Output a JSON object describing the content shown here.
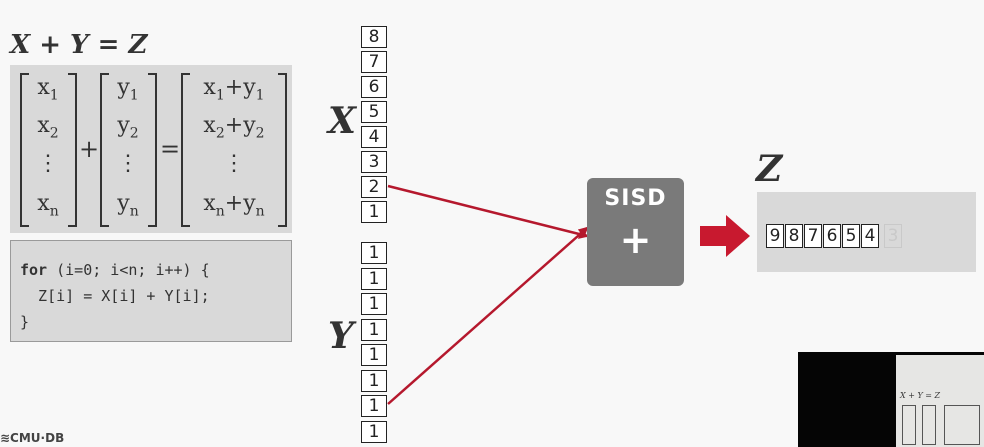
{
  "slide": {
    "equation_title": "X + Y = Z",
    "matrix": {
      "x_column": [
        {
          "base": "x",
          "sub": "1"
        },
        {
          "base": "x",
          "sub": "2"
        },
        {
          "base": "⋮",
          "sub": ""
        },
        {
          "base": "x",
          "sub": "n"
        }
      ],
      "y_column": [
        {
          "base": "y",
          "sub": "1"
        },
        {
          "base": "y",
          "sub": "2"
        },
        {
          "base": "⋮",
          "sub": ""
        },
        {
          "base": "y",
          "sub": "n"
        }
      ],
      "sum_column": [
        {
          "a": "x",
          "asub": "1",
          "b": "y",
          "bsub": "1"
        },
        {
          "a": "x",
          "asub": "2",
          "b": "y",
          "bsub": "2"
        },
        {
          "a": "⋮",
          "asub": "",
          "b": "",
          "bsub": ""
        },
        {
          "a": "x",
          "asub": "n",
          "b": "y",
          "bsub": "n"
        }
      ],
      "plus_sign": "+",
      "equals_sign": "=",
      "plus_join": "+"
    },
    "code": {
      "keyword": "for",
      "line1_rest": " (i=0; i<n; i++) {",
      "line2": "  Z[i] = X[i] + Y[i];",
      "line3": "}"
    },
    "x_label": "X",
    "y_label": "Y",
    "z_label": "Z",
    "x_vector": [
      "8",
      "7",
      "6",
      "5",
      "4",
      "3",
      "2",
      "1"
    ],
    "y_vector": [
      "1",
      "1",
      "1",
      "1",
      "1",
      "1",
      "1",
      "1"
    ],
    "sisd": {
      "label": "SISD",
      "operator": "+"
    },
    "z_result": [
      "9",
      "8",
      "7",
      "6",
      "5",
      "4"
    ],
    "z_pending": "3",
    "logo": "≋CMU·DB",
    "webcam_title": "X + Y = Z",
    "colors": {
      "arrow": "#b5182d",
      "panel": "#d9d9d9",
      "sisd_box": "#7a7a7a"
    }
  }
}
